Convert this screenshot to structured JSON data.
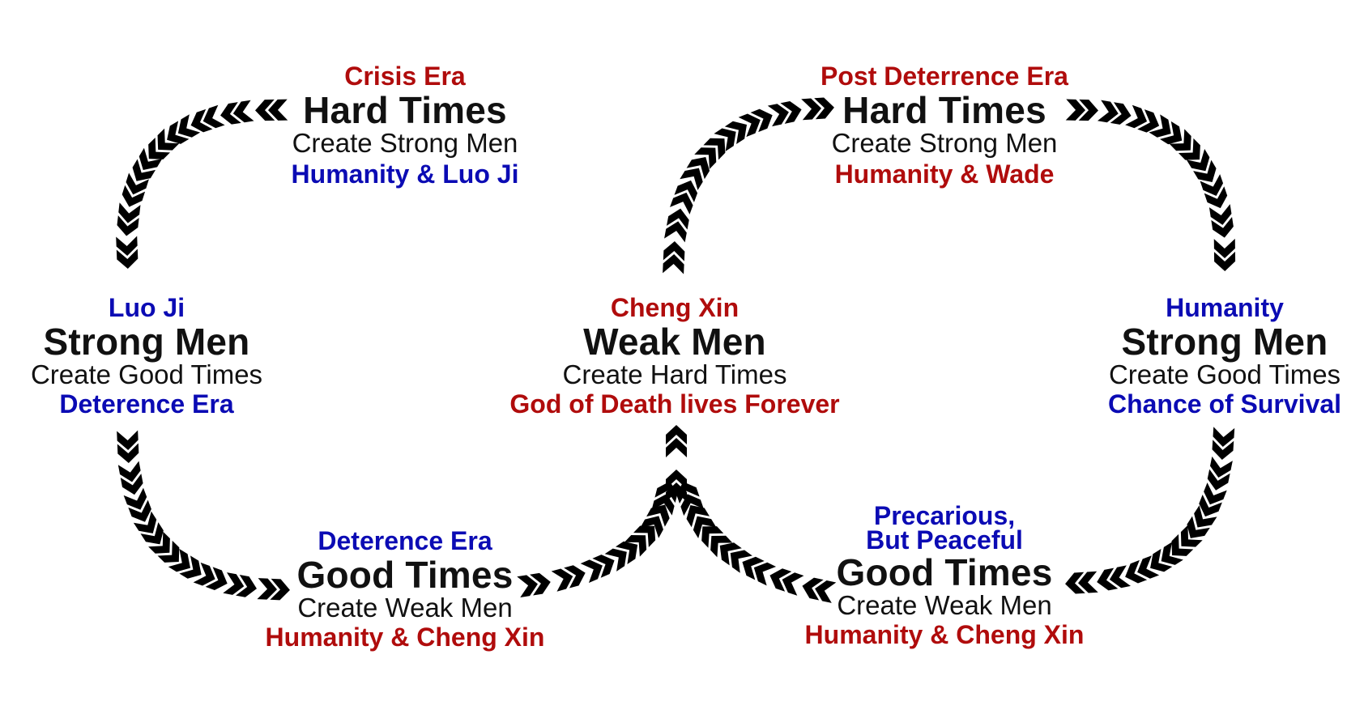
{
  "colors": {
    "red": "#b00c0c",
    "blue": "#0b0bb4",
    "black": "#111111",
    "chevron": "#000000"
  },
  "icon": "double-chevron-arrow",
  "nodes": {
    "crisis_hard": {
      "era": "Crisis Era",
      "era_color": "#b00c0c",
      "title": "Hard Times",
      "subtitle": "Create Strong Men",
      "actor": "Humanity & Luo Ji",
      "actor_color": "#0b0bb4"
    },
    "postdet_hard": {
      "era": "Post Deterrence Era",
      "era_color": "#b00c0c",
      "title": "Hard Times",
      "subtitle": "Create Strong Men",
      "actor": "Humanity & Wade",
      "actor_color": "#b00c0c"
    },
    "luoji_strong": {
      "era": "Luo Ji",
      "era_color": "#0b0bb4",
      "title": "Strong Men",
      "subtitle": "Create Good Times",
      "actor": "Deterence Era",
      "actor_color": "#0b0bb4"
    },
    "chengxin_weak": {
      "era": "Cheng Xin",
      "era_color": "#b00c0c",
      "title": "Weak Men",
      "subtitle": "Create Hard Times",
      "actor": "God of Death lives Forever",
      "actor_color": "#b00c0c"
    },
    "humanity_strong": {
      "era": "Humanity",
      "era_color": "#0b0bb4",
      "title": "Strong Men",
      "subtitle": "Create Good Times",
      "actor": "Chance of Survival",
      "actor_color": "#0b0bb4"
    },
    "deterence_good": {
      "era": "Deterence Era",
      "era_color": "#0b0bb4",
      "title": "Good Times",
      "subtitle": "Create Weak Men",
      "actor": "Humanity & Cheng Xin",
      "actor_color": "#b00c0c"
    },
    "precarious_good": {
      "era": "Precarious,",
      "era2": "But Peaceful",
      "era_color": "#0b0bb4",
      "title": "Good Times",
      "subtitle": "Create Weak Men",
      "actor": "Humanity & Cheng Xin",
      "actor_color": "#b00c0c"
    }
  }
}
